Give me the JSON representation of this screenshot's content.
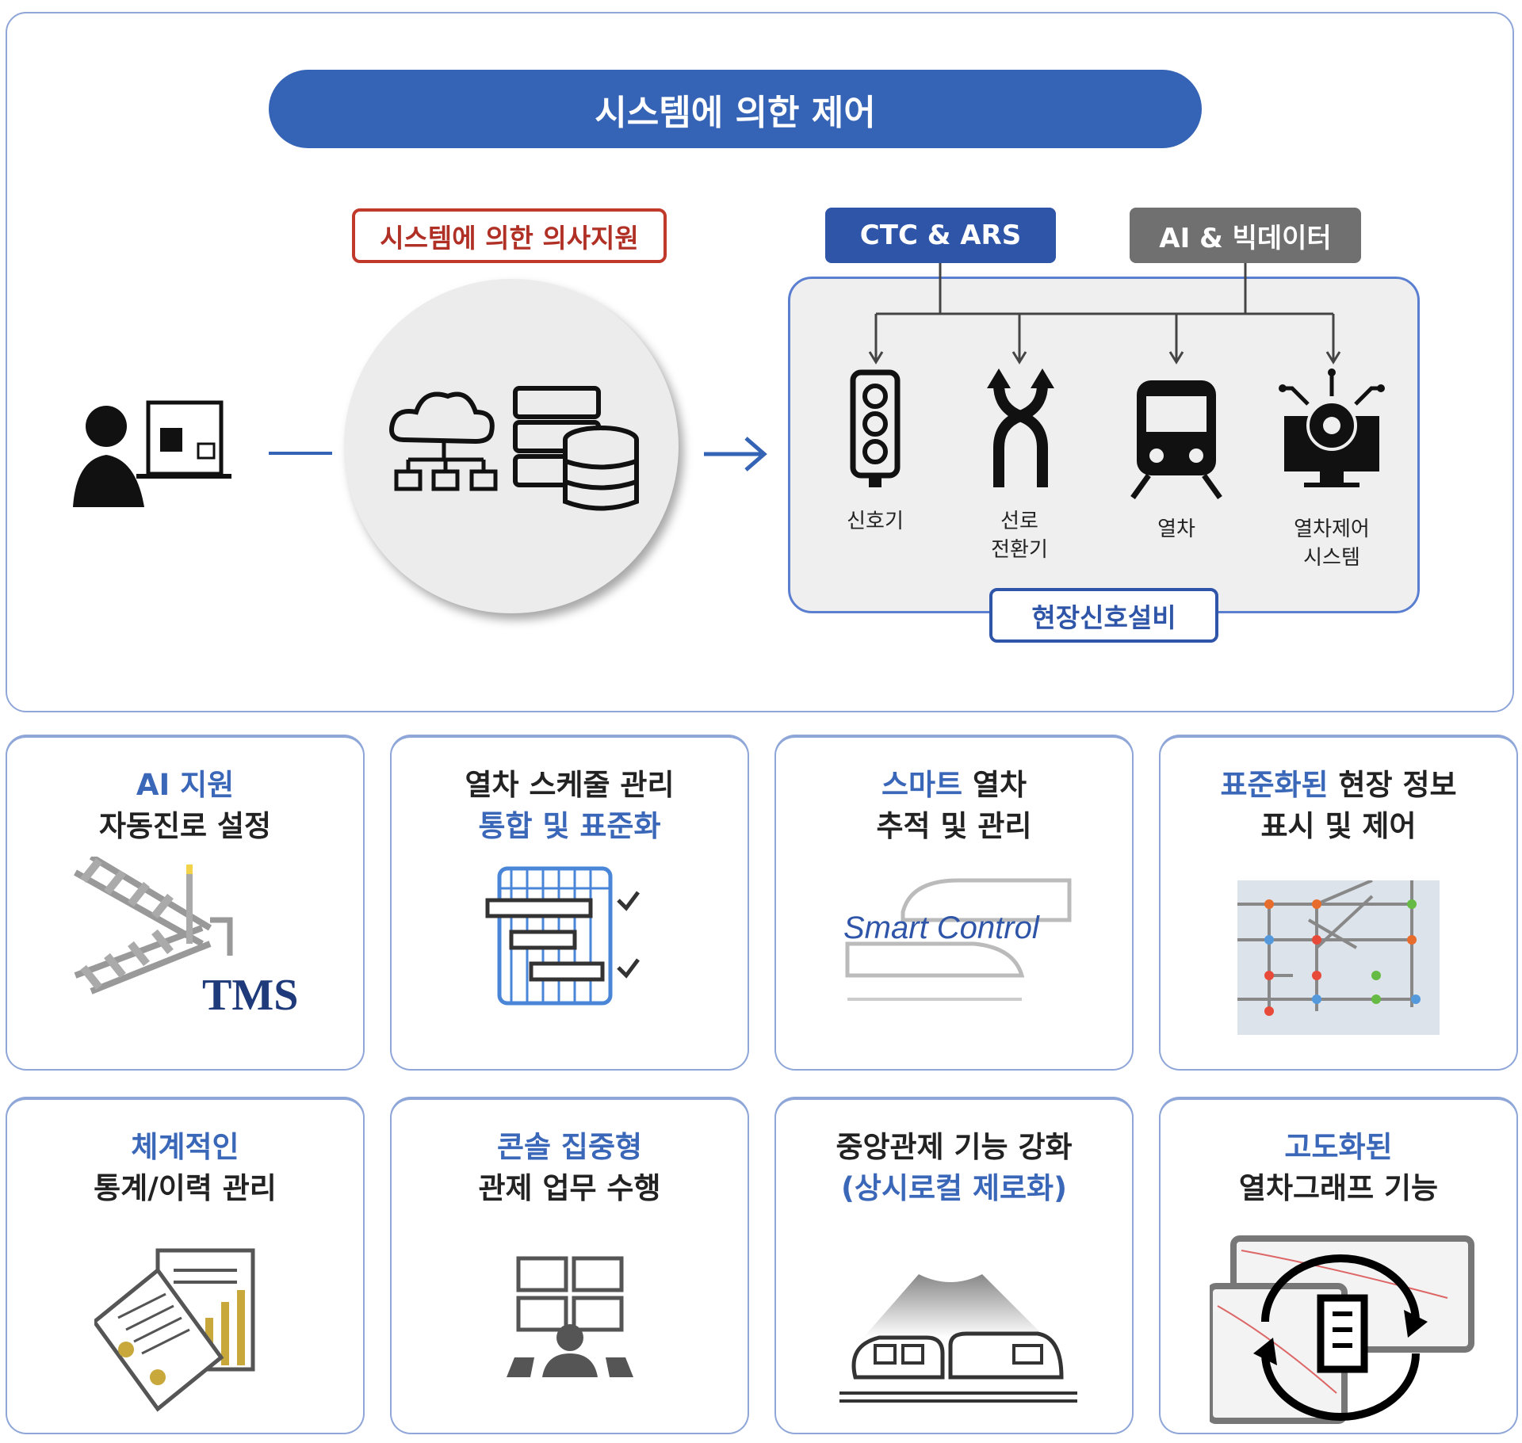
{
  "header": {
    "title": "시스템에 의한 제어"
  },
  "decision": {
    "label": "시스템에 의한 의사지원"
  },
  "tags": {
    "ctc": "CTC & ARS",
    "ai": "AI & 빅데이터"
  },
  "field": {
    "label": "현장신호설비",
    "devices": [
      {
        "line1": "신호기",
        "line2": ""
      },
      {
        "line1": "선로",
        "line2": "전환기"
      },
      {
        "line1": "열차",
        "line2": ""
      },
      {
        "line1": "열차제어",
        "line2": "시스템"
      }
    ]
  },
  "cards": [
    {
      "l1": "AI 지원",
      "l1b": "",
      "l2": "자동진로 설정",
      "icon_text": "TMS"
    },
    {
      "l1": "",
      "l1b": "열차 스케줄 관리",
      "l2": "통합 및 표준화"
    },
    {
      "l1": "스마트",
      "l1b": " 열차",
      "l2": "추적 및 관리",
      "icon_text": "Smart Control"
    },
    {
      "l1": "표준화된",
      "l1b": " 현장 정보",
      "l2": "표시 및 제어"
    },
    {
      "l1": "체계적인",
      "l1b": "",
      "l2": "통계/이력 관리"
    },
    {
      "l1": "콘솔 집중형",
      "l1b": "",
      "l2": "관제 업무 수행"
    },
    {
      "l1": "",
      "l1b": "중앙관제 기능 강화",
      "l2": "(상시로컬 제로화)"
    },
    {
      "l1": "고도화된",
      "l1b": "",
      "l2": "열차그래프 기능"
    }
  ],
  "colors": {
    "primary": "#3563b5",
    "dark_blue": "#2f55a8",
    "gray": "#707070",
    "red": "#c0392b"
  }
}
